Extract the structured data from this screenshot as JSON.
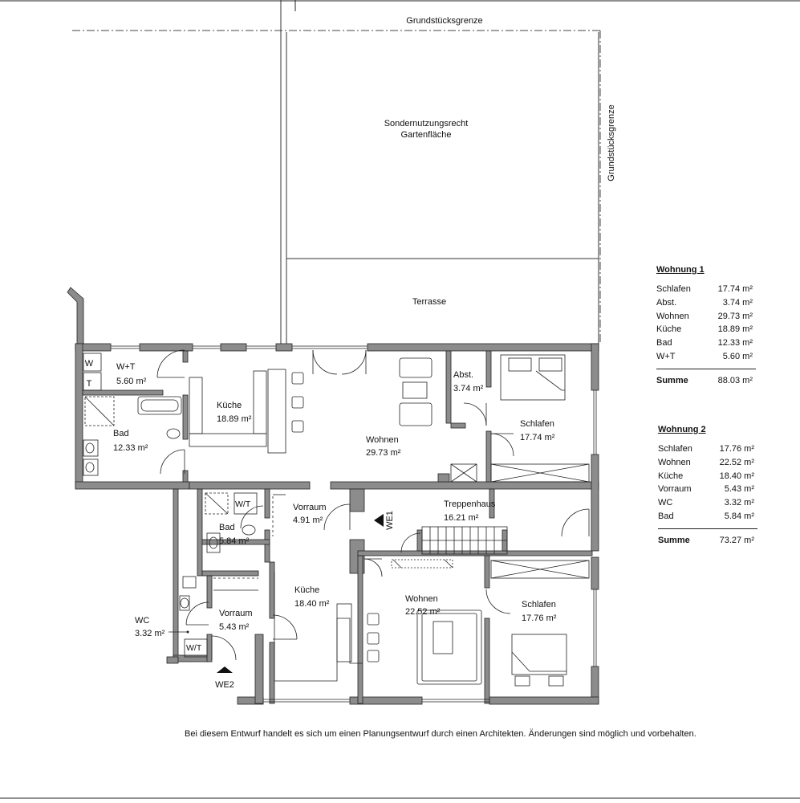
{
  "site": {
    "boundary_top": "Grundstücksgrenze",
    "boundary_right": "Grundstücksgrenze",
    "garden_line1": "Sondernutzungsrecht",
    "garden_line2": "Gartenfläche",
    "terrace": "Terrasse"
  },
  "unit1": {
    "wt_label": "W+T",
    "wt_area": "5.60 m²",
    "w_box": "W",
    "t_box": "T",
    "kueche_label": "Küche",
    "kueche_area": "18.89 m²",
    "bad_label": "Bad",
    "bad_area": "12.33 m²",
    "wohnen_label": "Wohnen",
    "wohnen_area": "29.73 m²",
    "abst_label": "Abst.",
    "abst_area": "3.74 m²",
    "schlafen_label": "Schlafen",
    "schlafen_area": "17.74 m²",
    "vorraum_label": "Vorraum",
    "vorraum_area": "4.91 m²",
    "entrance": "WE1"
  },
  "common": {
    "treppenhaus_label": "Treppenhaus",
    "treppenhaus_area": "16.21 m²"
  },
  "unit2": {
    "wt_box": "W/T",
    "bad_label": "Bad",
    "bad_area": "5.84 m²",
    "wc_label": "WC",
    "wc_area": "3.32 m²",
    "wc_wt_box": "W/T",
    "vorraum_label": "Vorraum",
    "vorraum_area": "5.43 m²",
    "kueche_label": "Küche",
    "kueche_area": "18.40 m²",
    "wohnen_label": "Wohnen",
    "wohnen_area": "22.52 m²",
    "schlafen_label": "Schlafen",
    "schlafen_area": "17.76 m²",
    "entrance": "WE2"
  },
  "tables": [
    {
      "title": "Wohnung 1",
      "rows": [
        {
          "name": "Schlafen",
          "value": "17.74 m²"
        },
        {
          "name": "Abst.",
          "value": "3.74 m²"
        },
        {
          "name": "Wohnen",
          "value": "29.73 m²"
        },
        {
          "name": "Küche",
          "value": "18.89 m²"
        },
        {
          "name": "Bad",
          "value": "12.33 m²"
        },
        {
          "name": "W+T",
          "value": "5.60 m²"
        }
      ],
      "sum_label": "Summe",
      "sum_value": "88.03 m²"
    },
    {
      "title": "Wohnung 2",
      "rows": [
        {
          "name": "Schlafen",
          "value": "17.76 m²"
        },
        {
          "name": "Wohnen",
          "value": "22.52 m²"
        },
        {
          "name": "Küche",
          "value": "18.40 m²"
        },
        {
          "name": "Vorraum",
          "value": "5.43 m²"
        },
        {
          "name": "WC",
          "value": "3.32 m²"
        },
        {
          "name": "Bad",
          "value": "5.84 m²"
        }
      ],
      "sum_label": "Summe",
      "sum_value": "73.27 m²"
    }
  ],
  "disclaimer": "Bei diesem Entwurf handelt es sich um einen Planungsentwurf durch einen Architekten. Änderungen sind möglich und vorbehalten.",
  "colors": {
    "wall": "#8c8c8c",
    "line": "#222222",
    "background": "#ffffff"
  }
}
